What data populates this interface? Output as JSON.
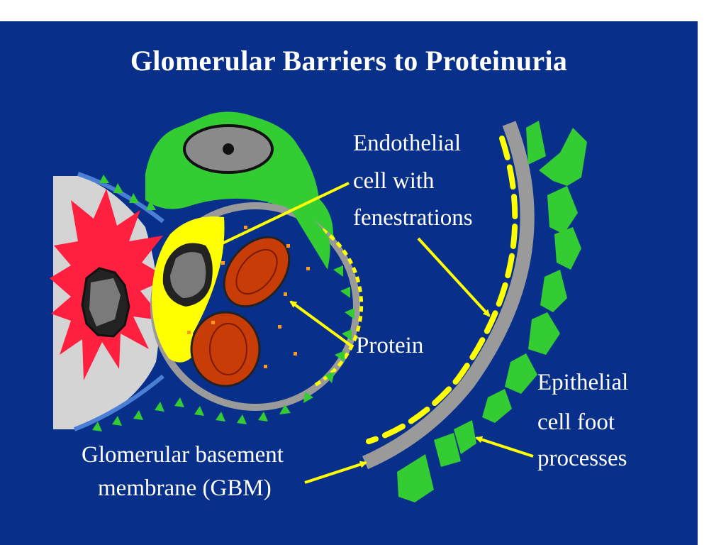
{
  "title": "Glomerular Barriers to Proteinuria",
  "labels": {
    "endothelial_line1": "Endothelial",
    "endothelial_line2": "cell with",
    "endothelial_line3": "fenestrations",
    "protein": "Protein",
    "epithelial_line1": "Epithelial",
    "epithelial_line2": "cell foot",
    "epithelial_line3": "processes",
    "gbm_line1": "Glomerular basement",
    "gbm_line2": "membrane (GBM)"
  },
  "colors": {
    "background": "#08308a",
    "podocyte_green": "#33cc33",
    "mesangial_red": "#ff1f3f",
    "endothelial_yellow": "#ffff00",
    "rbc": "#c83c08",
    "gbm_gray": "#9a9a9a",
    "arrow": "#ffff00",
    "text": "#ffffff"
  }
}
